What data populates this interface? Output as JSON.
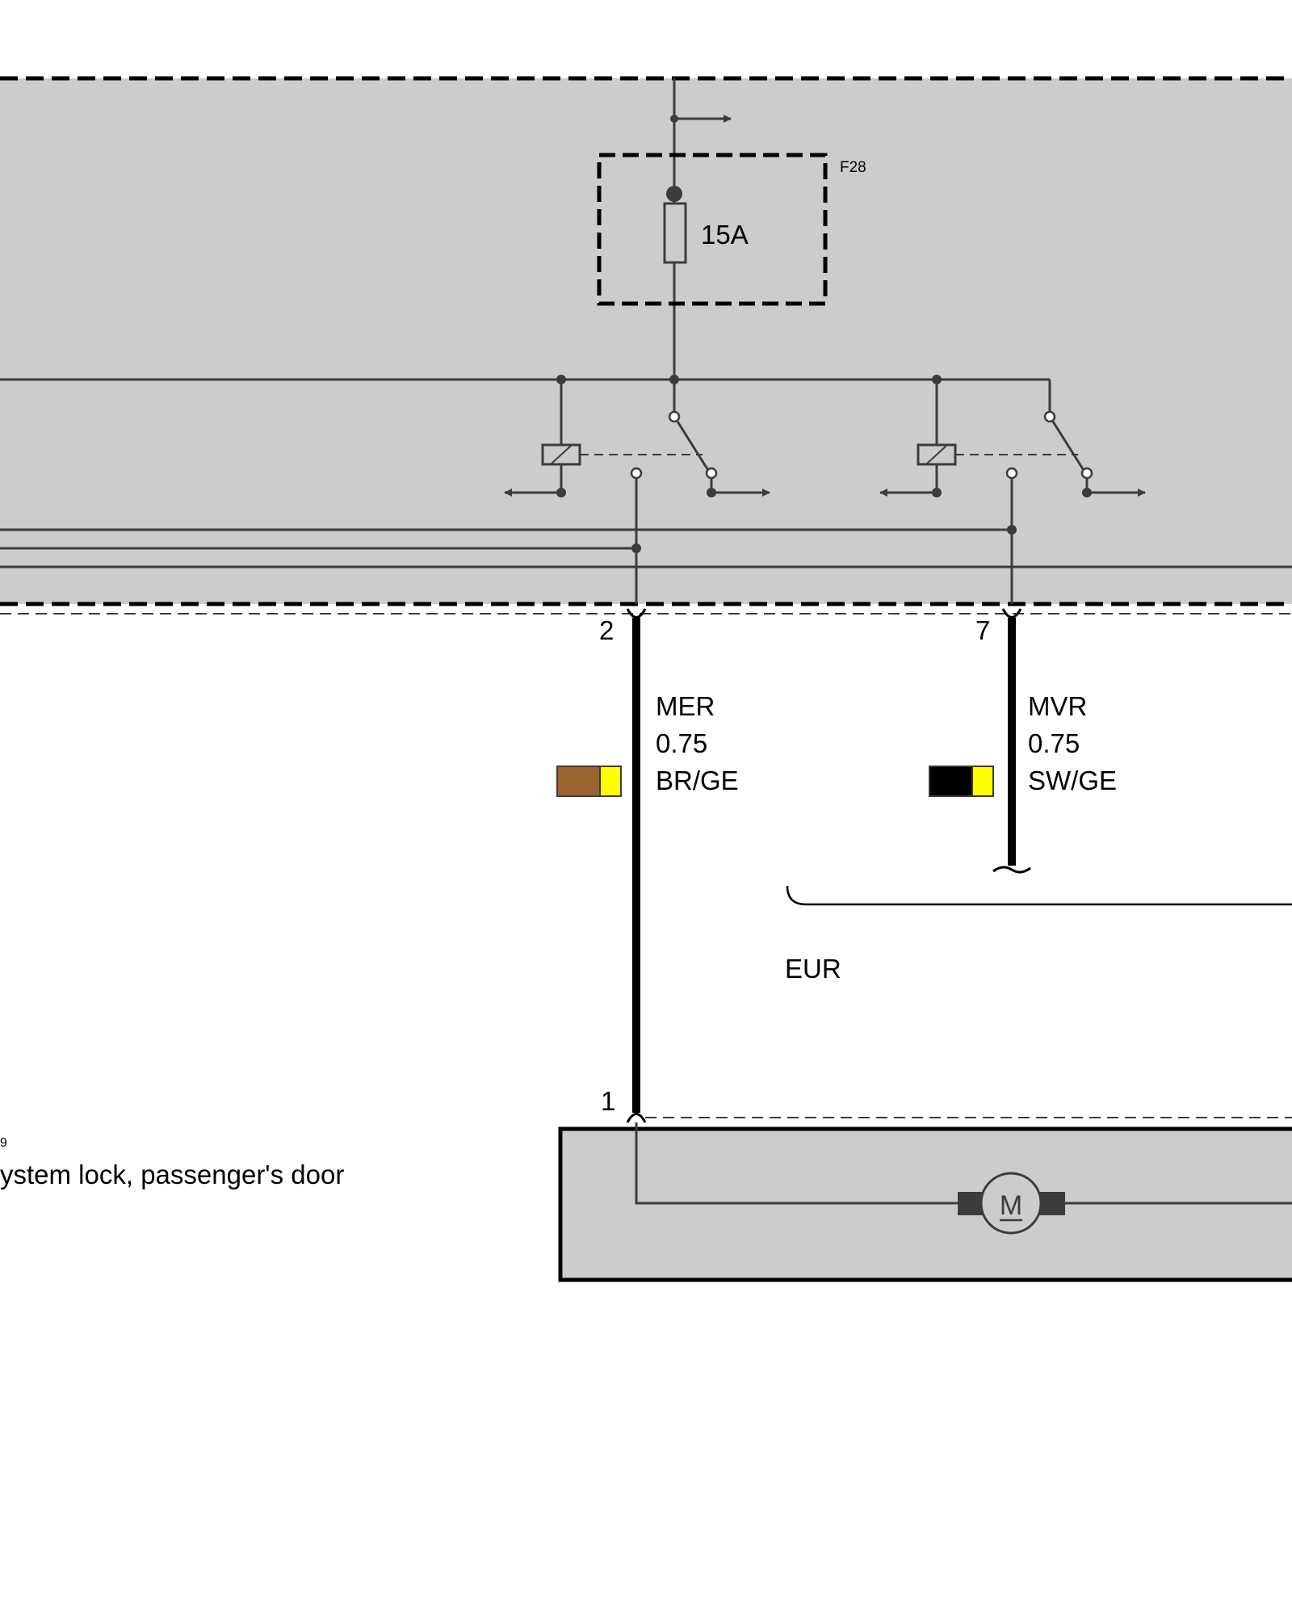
{
  "colors": {
    "module_fill": "#cccccc",
    "line": "#3c3c3c",
    "wire": "#000000",
    "brown": "#9b6330",
    "yellow": "#ffff00",
    "black": "#000000"
  },
  "fuse": {
    "id": "F28",
    "rating": "15A"
  },
  "wires": [
    {
      "pin": "2",
      "signal": "MER",
      "cross_section": "0.75",
      "color_code": "BR/GE",
      "swatch": [
        "#9b6330",
        "#ffff00"
      ]
    },
    {
      "pin": "7",
      "signal": "MVR",
      "cross_section": "0.75",
      "color_code": "SW/GE",
      "swatch": [
        "#000000",
        "#ffff00"
      ]
    }
  ],
  "variant_label": "EUR",
  "actuator": {
    "pin": "1",
    "ref_fragment": "9",
    "description": "ystem lock, passenger's door",
    "motor_symbol": "M"
  },
  "icons": {
    "fuse": "fuse-icon",
    "relay": "relay-coil-icon",
    "motor": "motor-icon",
    "arrow": "arrow-right-icon"
  }
}
